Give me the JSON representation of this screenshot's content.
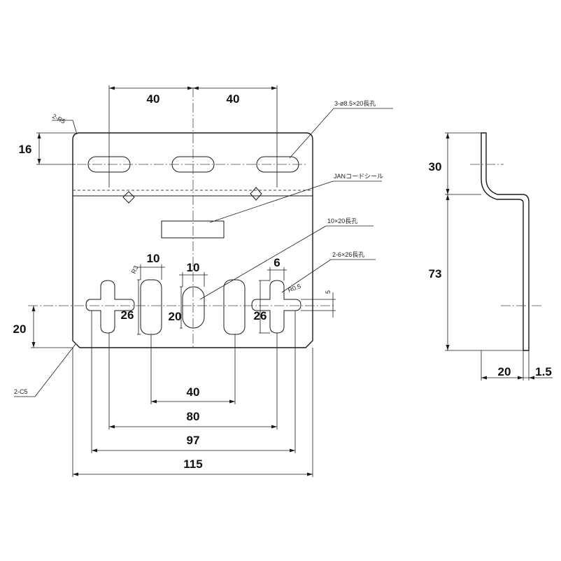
{
  "front_view": {
    "dims": {
      "top_left": "40",
      "top_right": "40",
      "left_16": "16",
      "left_20": "20",
      "slot_a_width": "10",
      "slot_a_height": "26",
      "center_slot_width": "10",
      "center_slot_height": "20",
      "slot_b_width": "6",
      "slot_b_height": "26",
      "bottom_40": "40",
      "bottom_80": "80",
      "bottom_97": "97",
      "bottom_115": "115",
      "right_5": "5",
      "r3": "R3",
      "r05": "R0.5"
    },
    "notes": {
      "corner_radius": "2-R5",
      "top_slots": "3-ø8.5×20長孔",
      "jan_seal": "JANコードシール",
      "center_slot": "10×20長孔",
      "side_slots": "2-6×26長孔",
      "chamfer": "2-C5"
    }
  },
  "side_view": {
    "dims": {
      "height_30": "30",
      "height_73": "73",
      "depth_20": "20",
      "thickness": "1.5"
    }
  },
  "colors": {
    "line": "#1a1a1a",
    "background": "#ffffff"
  }
}
